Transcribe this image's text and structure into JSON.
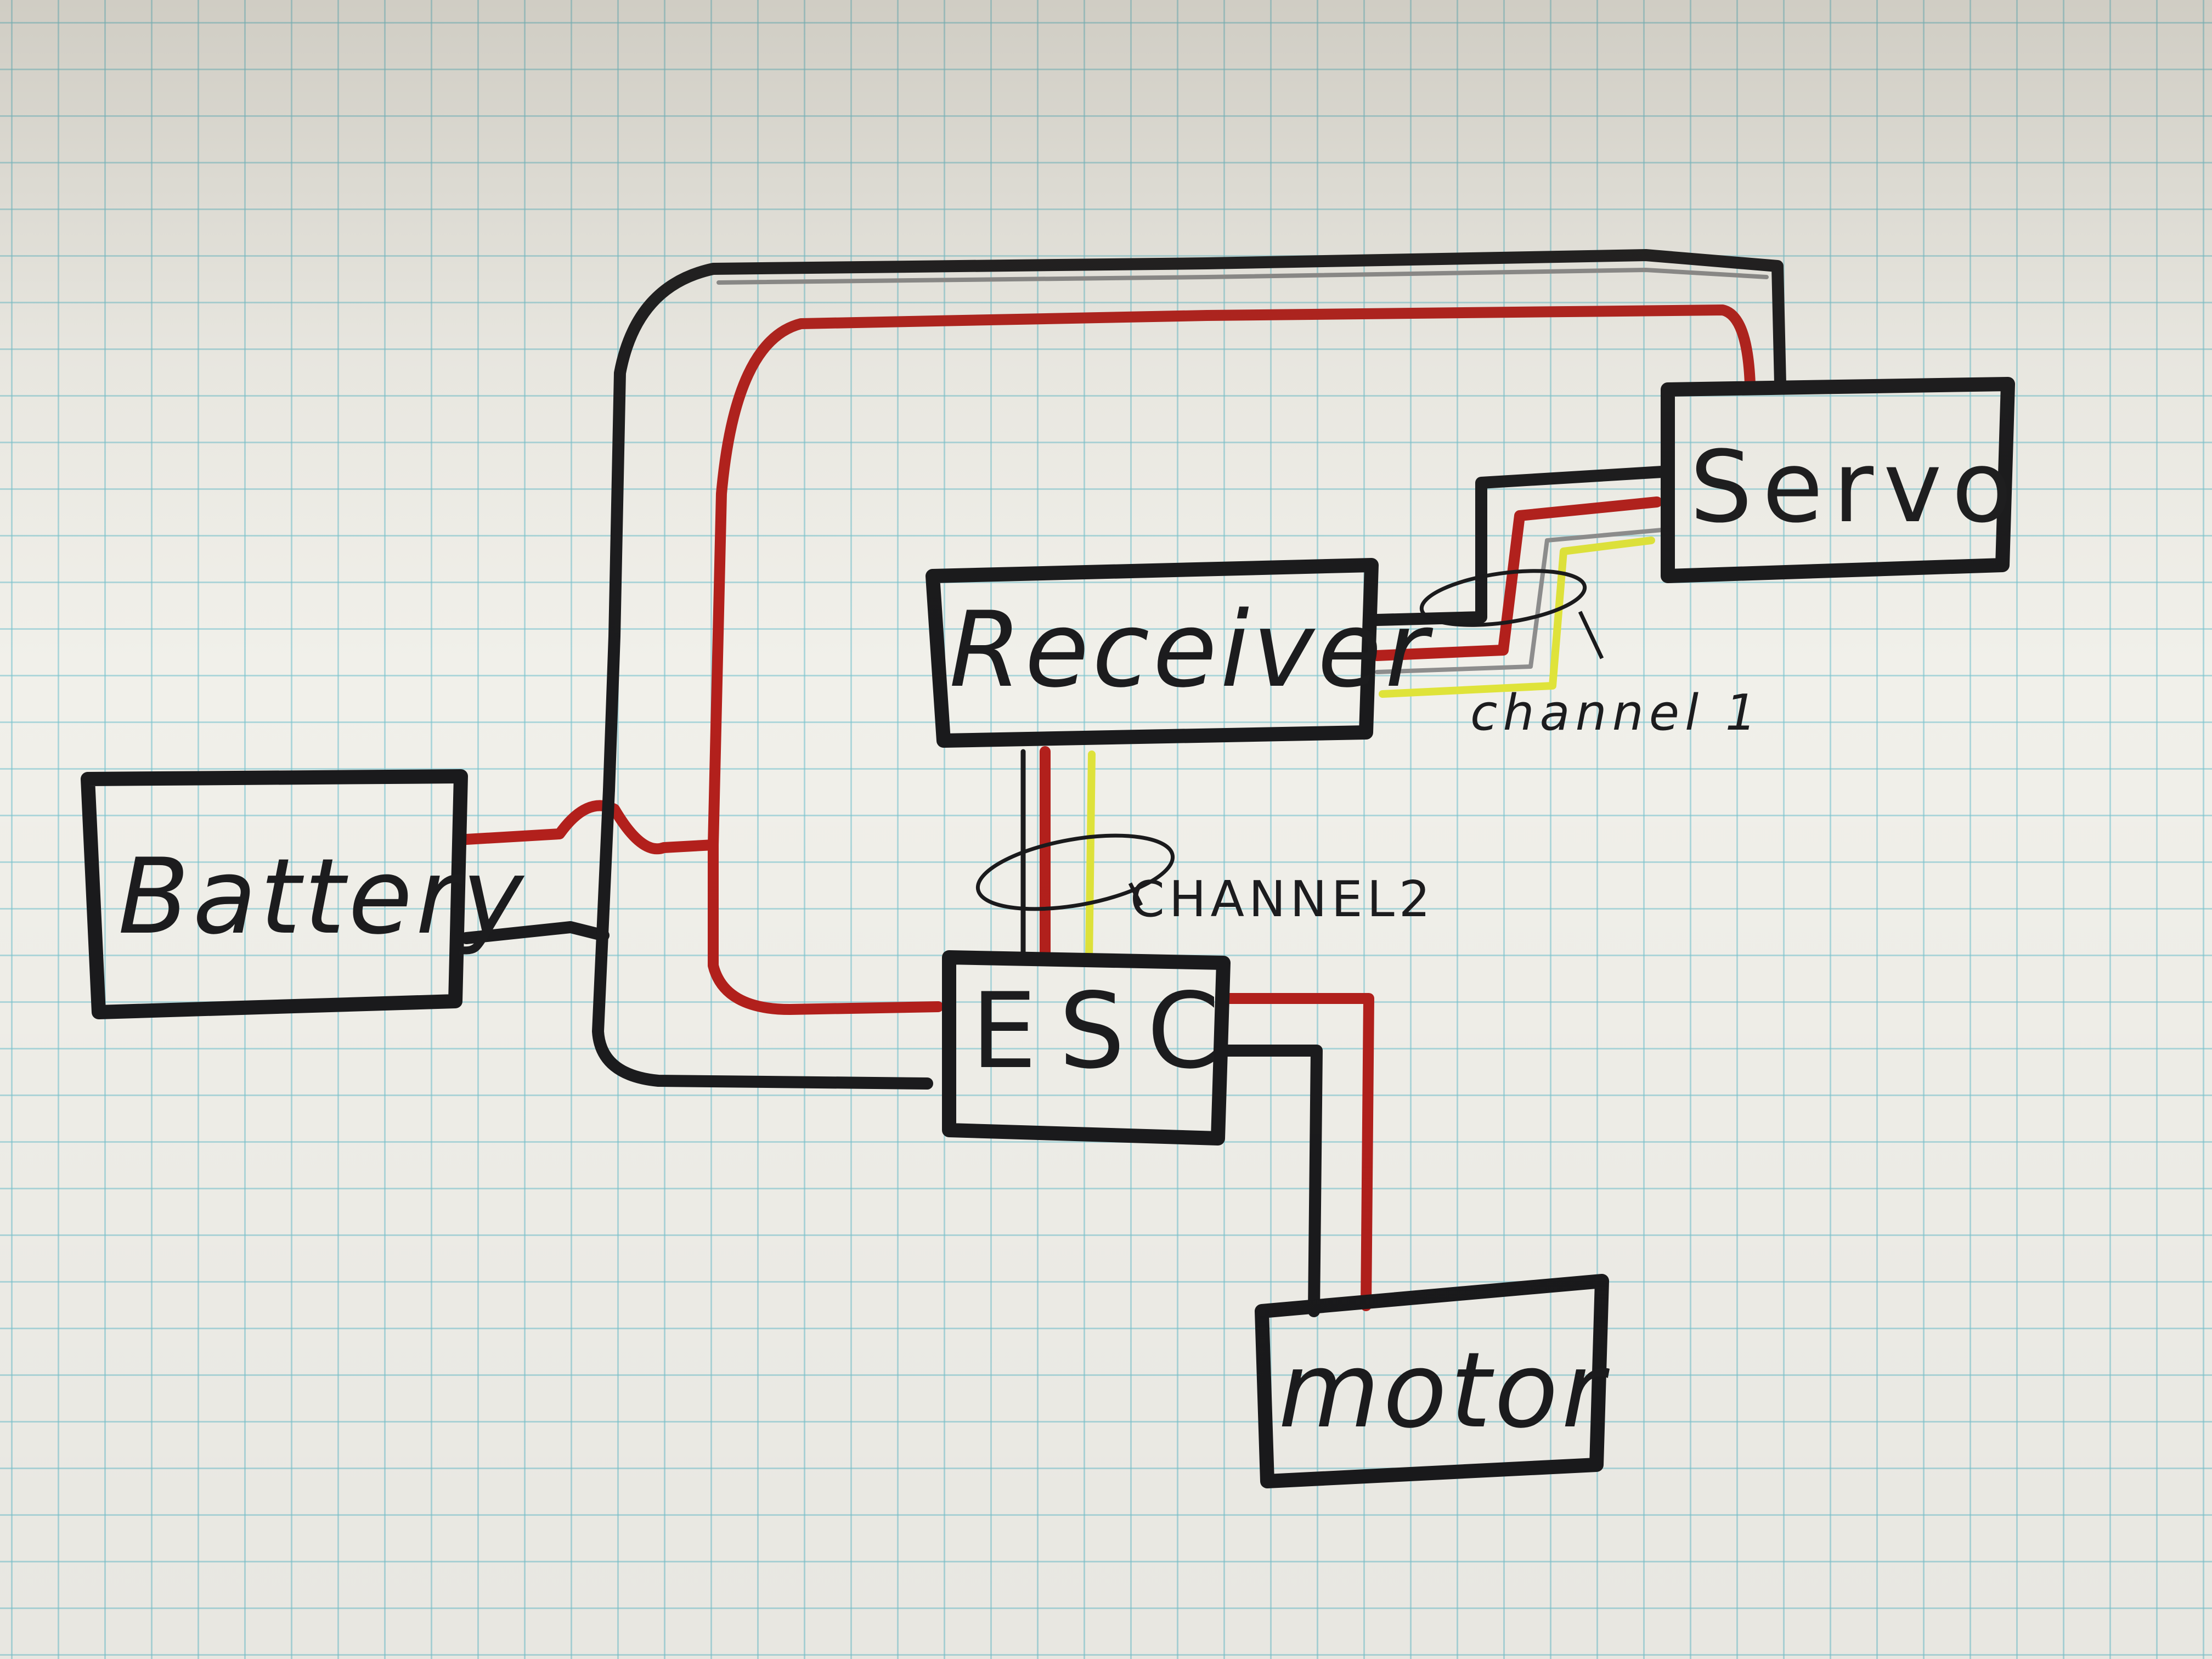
{
  "diagram": {
    "components": {
      "battery": "Battery",
      "receiver": "Receiver",
      "servo": "Servo",
      "esc": "ESC",
      "motor": "motor"
    },
    "annotations": {
      "channel1": "channel 1",
      "channel2": "CHANNEL2"
    },
    "wire_colors": {
      "black": "#1b1b1d",
      "red": "#b3201c",
      "yellow": "#dfe33a"
    },
    "connections": [
      {
        "from": "Battery",
        "to": "ESC",
        "wires": [
          "red",
          "black"
        ]
      },
      {
        "from": "Battery",
        "to": "Servo",
        "wires": [
          "red",
          "black"
        ]
      },
      {
        "from": "Receiver",
        "to": "Servo",
        "wires": [
          "black",
          "red",
          "yellow"
        ],
        "label": "channel 1"
      },
      {
        "from": "Receiver",
        "to": "ESC",
        "wires": [
          "black",
          "red",
          "yellow"
        ],
        "label": "CHANNEL2"
      },
      {
        "from": "ESC",
        "to": "motor",
        "wires": [
          "red",
          "black"
        ]
      }
    ]
  }
}
